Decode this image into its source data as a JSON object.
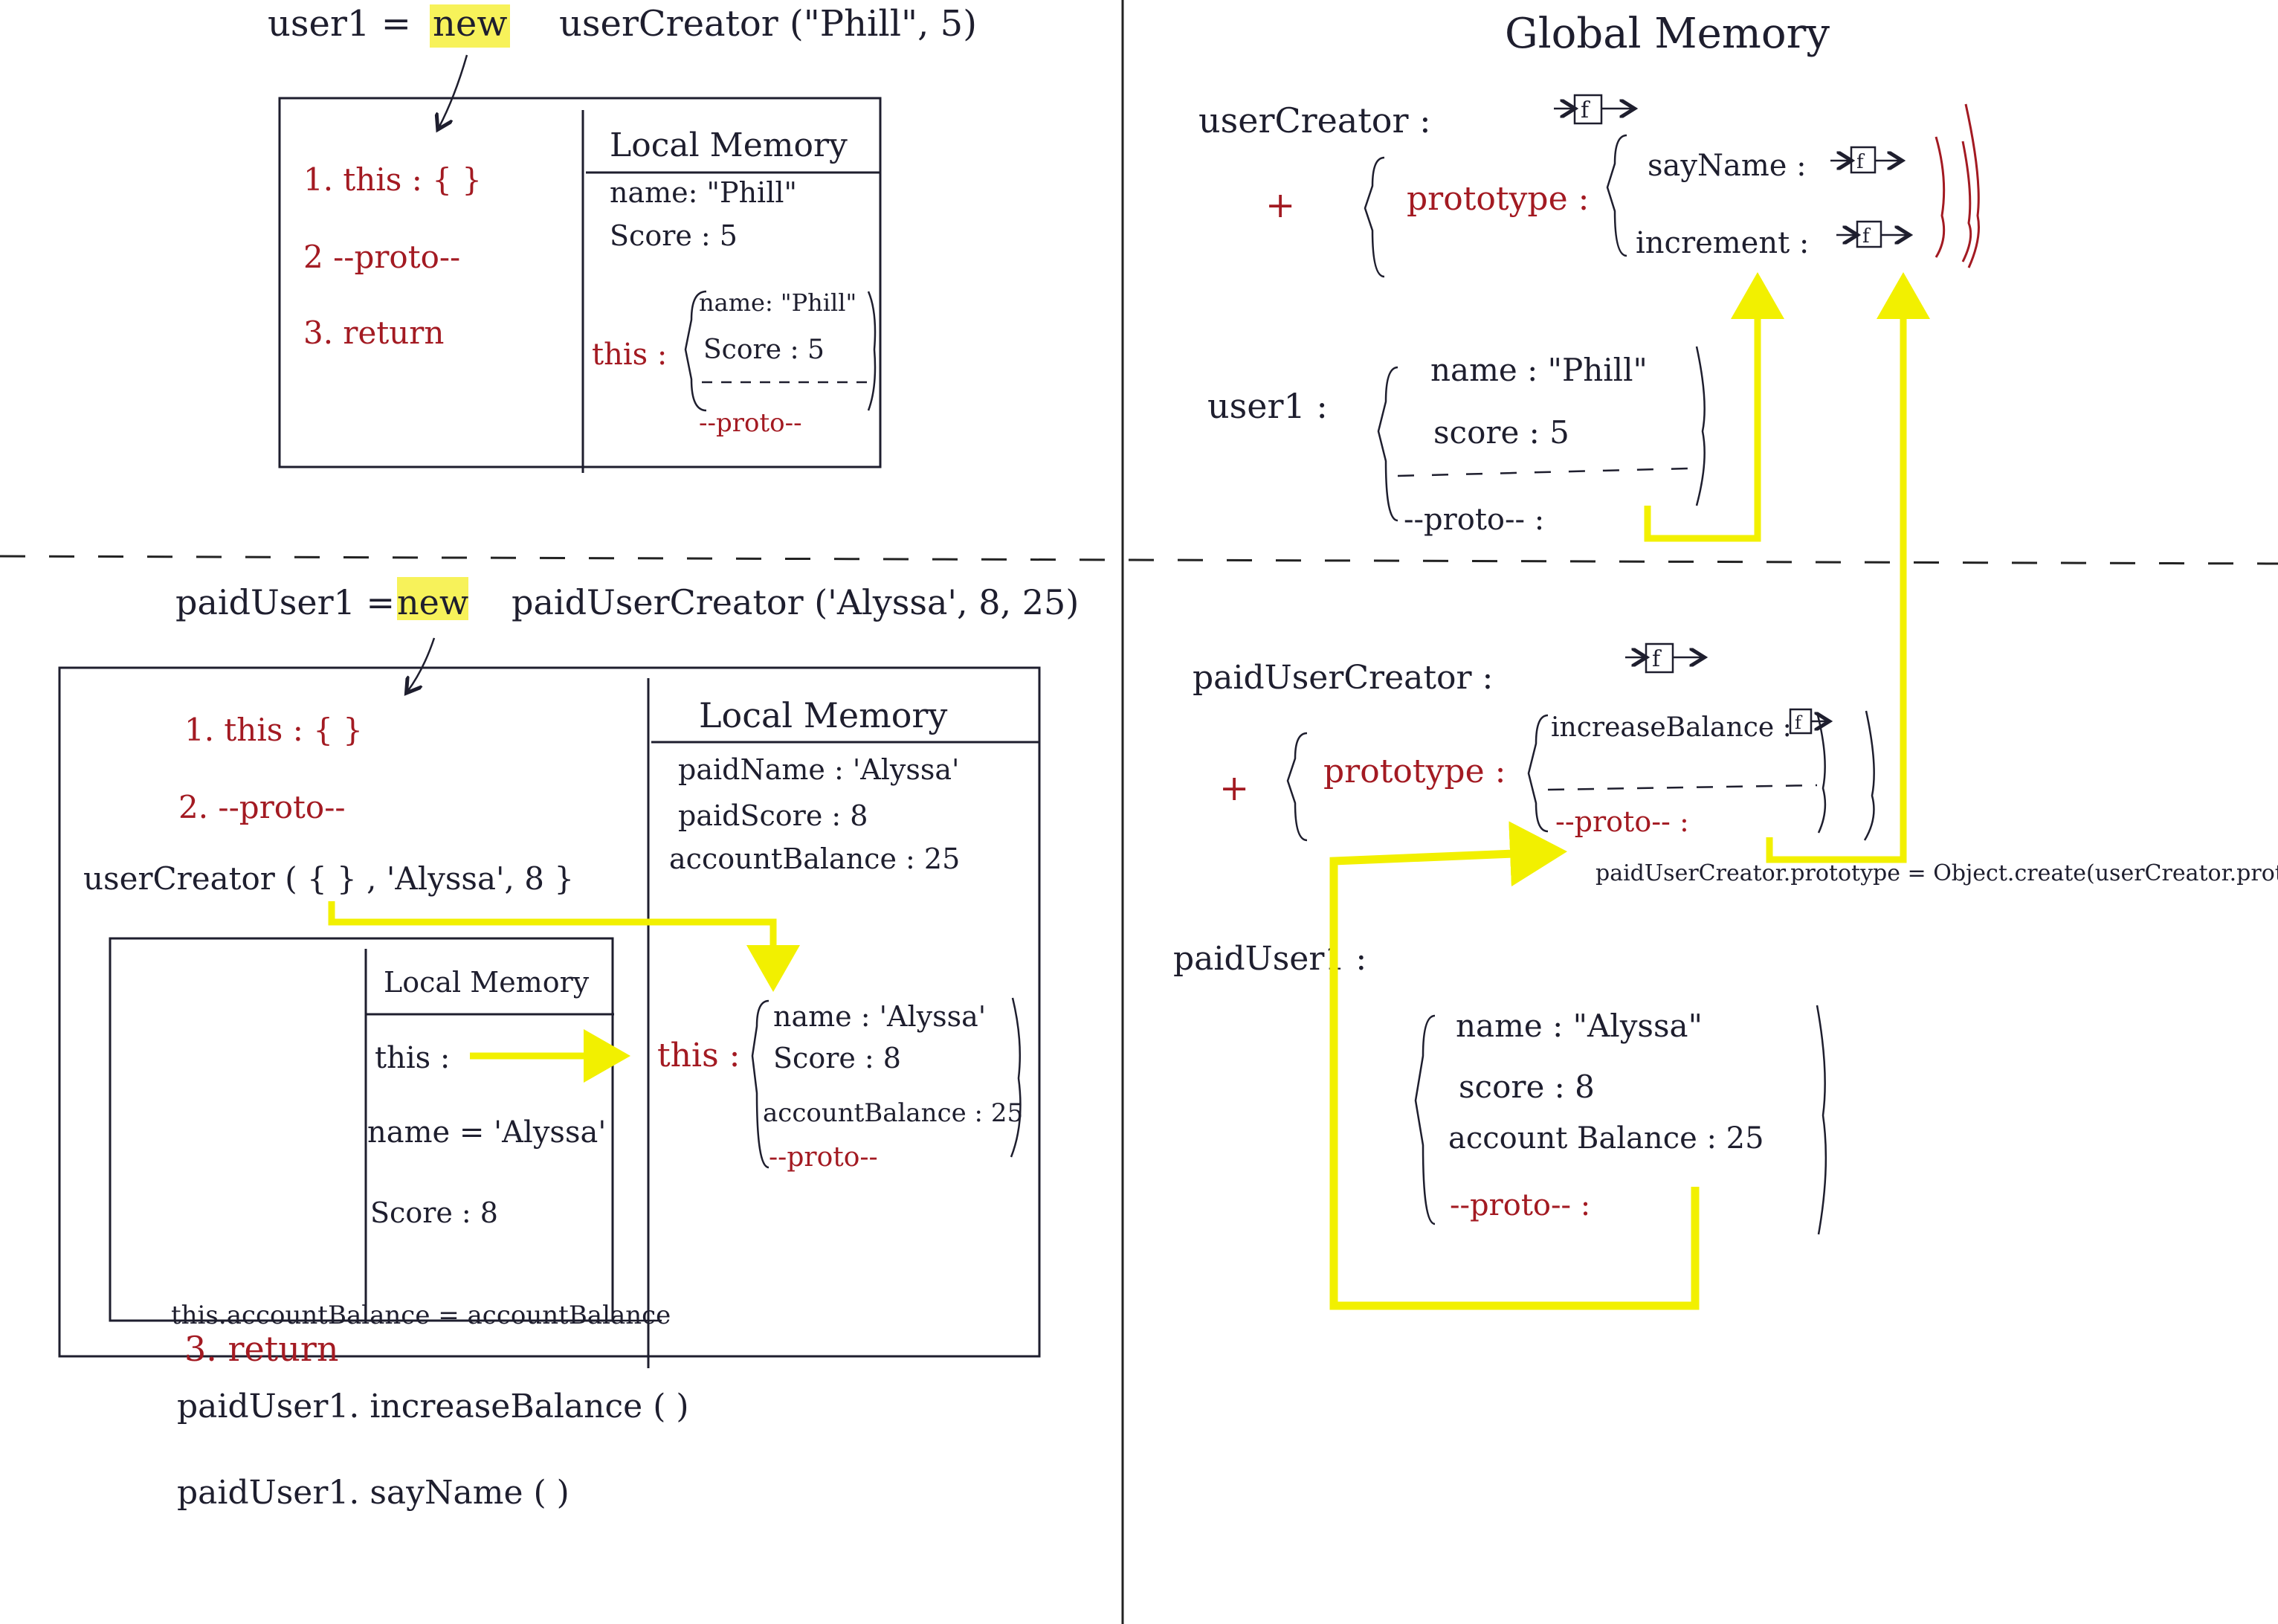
{
  "colors": {
    "ink": "#1e1e2e",
    "red_ink": "#a31a22",
    "highlight": "#f7f25a",
    "arrow_yellow": "#f2f000",
    "paper": "#ffffff"
  },
  "top_left": {
    "call": {
      "lhs": "user1 =",
      "keyword": "new",
      "rhs": "userCreator (\"Phill\", 5)"
    },
    "steps": [
      "1. this : {        }",
      "2 --proto--",
      "3. return"
    ],
    "local_memory": {
      "title": "Local Memory",
      "name": "name: \"Phill\"",
      "score": "Score : 5",
      "this_label": "this :",
      "this_name": "name: \"Phill\"",
      "this_score": "Score : 5",
      "this_proto": "--proto--"
    }
  },
  "bottom_left": {
    "call": {
      "lhs": "paidUser1 =",
      "keyword": "new",
      "rhs": "paidUserCreator ('Alyssa', 8, 25)"
    },
    "steps": [
      "1. this : {        }",
      "2. --proto--"
    ],
    "super_call": "userCreator ( {  } , 'Alyssa', 8 }",
    "local_memory": {
      "title": "Local Memory",
      "paid_name": "paidName : 'Alyssa'",
      "paid_score": "paidScore : 8",
      "account_balance": "accountBalance : 25",
      "this_label": "this :",
      "this_name": "name : 'Alyssa'",
      "this_score": "Score : 8",
      "this_account": "accountBalance : 25",
      "this_proto": "--proto--"
    },
    "inner_local_memory": {
      "title": "Local Memory",
      "this": "this :",
      "name": "name = 'Alyssa'",
      "score": "Score : 8"
    },
    "assign_line": "this.accountBalance = accountBalance",
    "return_step": "3. return",
    "calls_after": [
      "paidUser1. increaseBalance (  )",
      "paidUser1. sayName (  )"
    ]
  },
  "top_right": {
    "title": "Global Memory",
    "user_creator_label": "userCreator :",
    "func_icon": "f",
    "plus": "+",
    "prototype_label": "prototype :",
    "say_name": "sayName :",
    "increment": "increment :",
    "user1_label": "user1 :",
    "user1_name": "name : \"Phill\"",
    "user1_score": "score : 5",
    "user1_proto": "--proto-- :"
  },
  "bottom_right": {
    "paid_creator_label": "paidUserCreator :",
    "func_icon": "f",
    "plus": "+",
    "prototype_label": "prototype :",
    "increase_balance": "increaseBalance :",
    "proto_field": "--proto-- :",
    "object_create_note": "paidUserCreator.prototype = Object.create(userCreator.prototype",
    "paid_user1_label": "paidUser1 :",
    "name": "name : \"Alyssa\"",
    "score": "score : 8",
    "account_balance": "account Balance : 25",
    "proto": "--proto-- :"
  }
}
